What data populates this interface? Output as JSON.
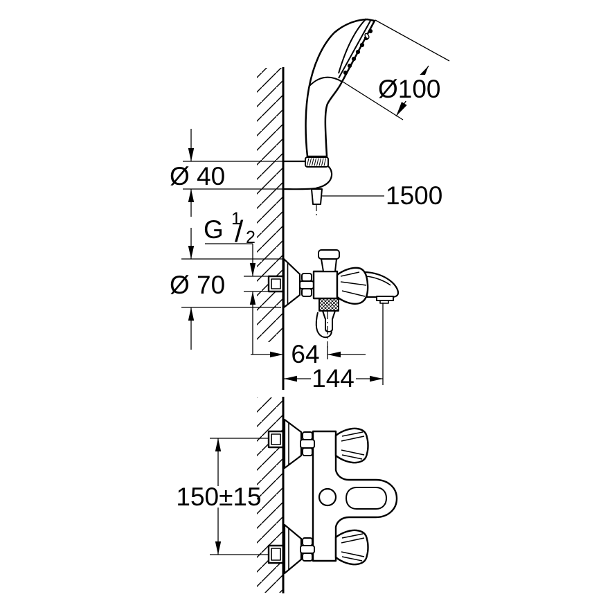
{
  "drawing": {
    "kind": "technical-dimension-drawing",
    "subject": "wall-mounted-bath-shower-mixer-with-hand-shower",
    "line_color": "#000000",
    "background": "#ffffff"
  },
  "labels": {
    "head_diameter": "Ø100",
    "hose_length": "1500",
    "holder_diameter": "Ø 40",
    "thread_size": {
      "letter": "G",
      "numerator": "1",
      "slash": "/",
      "denominator": "2"
    },
    "rosette_diameter": "Ø 70",
    "wall_to_shower_outlet": "64",
    "wall_to_spout_outlet": "144",
    "connection_centre_distance": "150±15"
  }
}
